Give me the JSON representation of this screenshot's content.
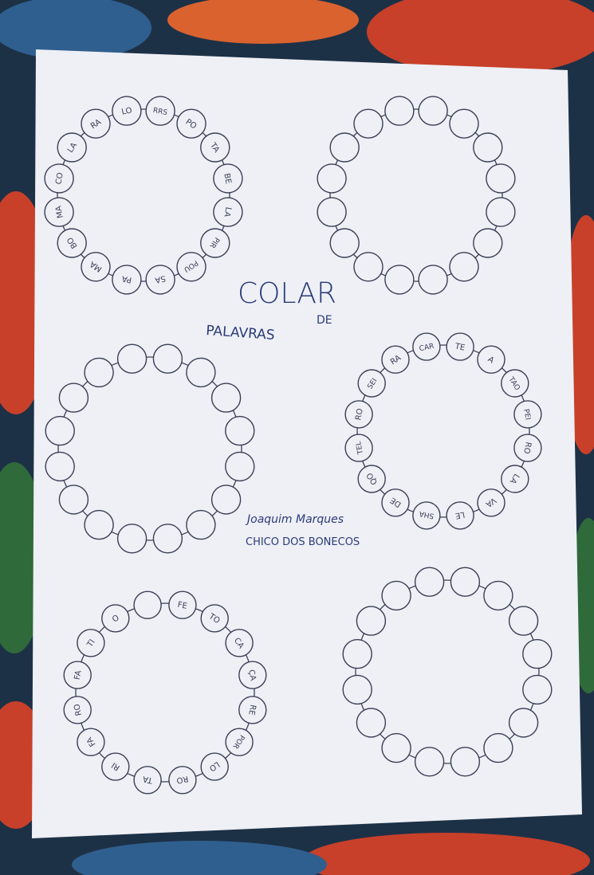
{
  "colors": {
    "cloth_base": "#1d3146",
    "cloth_red": "#c8402a",
    "cloth_orange": "#d9622f",
    "cloth_green": "#2f6a3a",
    "cloth_blue": "#2f5f8f",
    "paper": "#eef0f6",
    "ink": "#3a3f55",
    "handwriting": "#2a3a78"
  },
  "title": {
    "word": "COLAR",
    "de": "DE",
    "palavras": "PALAVRAS"
  },
  "author": {
    "signature": "Joaquim Marques",
    "name": "CHICO DOS BONECOS"
  },
  "necklaces": [
    {
      "id": "top-left",
      "beads": [
        "RRS",
        "PO",
        "TA",
        "BE",
        "LA",
        "PIR",
        "POU",
        "SA",
        "PA",
        "MA",
        "BO",
        "MA",
        "CO",
        "LA",
        "RA",
        "LO"
      ]
    },
    {
      "id": "top-right",
      "beads": [
        "",
        "",
        "",
        "",
        "",
        "",
        "",
        "",
        "",
        "",
        "",
        "",
        "",
        "",
        "",
        ""
      ]
    },
    {
      "id": "mid-left",
      "beads": [
        "",
        "",
        "",
        "",
        "",
        "",
        "",
        "",
        "",
        "",
        "",
        "",
        "",
        "",
        "",
        ""
      ]
    },
    {
      "id": "mid-right",
      "beads": [
        "TE",
        "A",
        "TAO",
        "PEI",
        "RO",
        "LA",
        "VA",
        "LE",
        "SHA",
        "DE",
        "QO",
        "TEL",
        "RO",
        "SEI",
        "RA",
        "CAR"
      ]
    },
    {
      "id": "bot-left",
      "beads": [
        "FE",
        "TO",
        "CA",
        "ÇA",
        "RE",
        "POR",
        "LO",
        "RO",
        "TA",
        "RI",
        "FA",
        "RO",
        "FA",
        "TI",
        "O",
        ""
      ]
    },
    {
      "id": "bot-right",
      "beads": [
        "",
        "",
        "",
        "",
        "",
        "",
        "",
        "",
        "",
        "",
        "",
        "",
        "",
        "",
        "",
        ""
      ]
    }
  ]
}
